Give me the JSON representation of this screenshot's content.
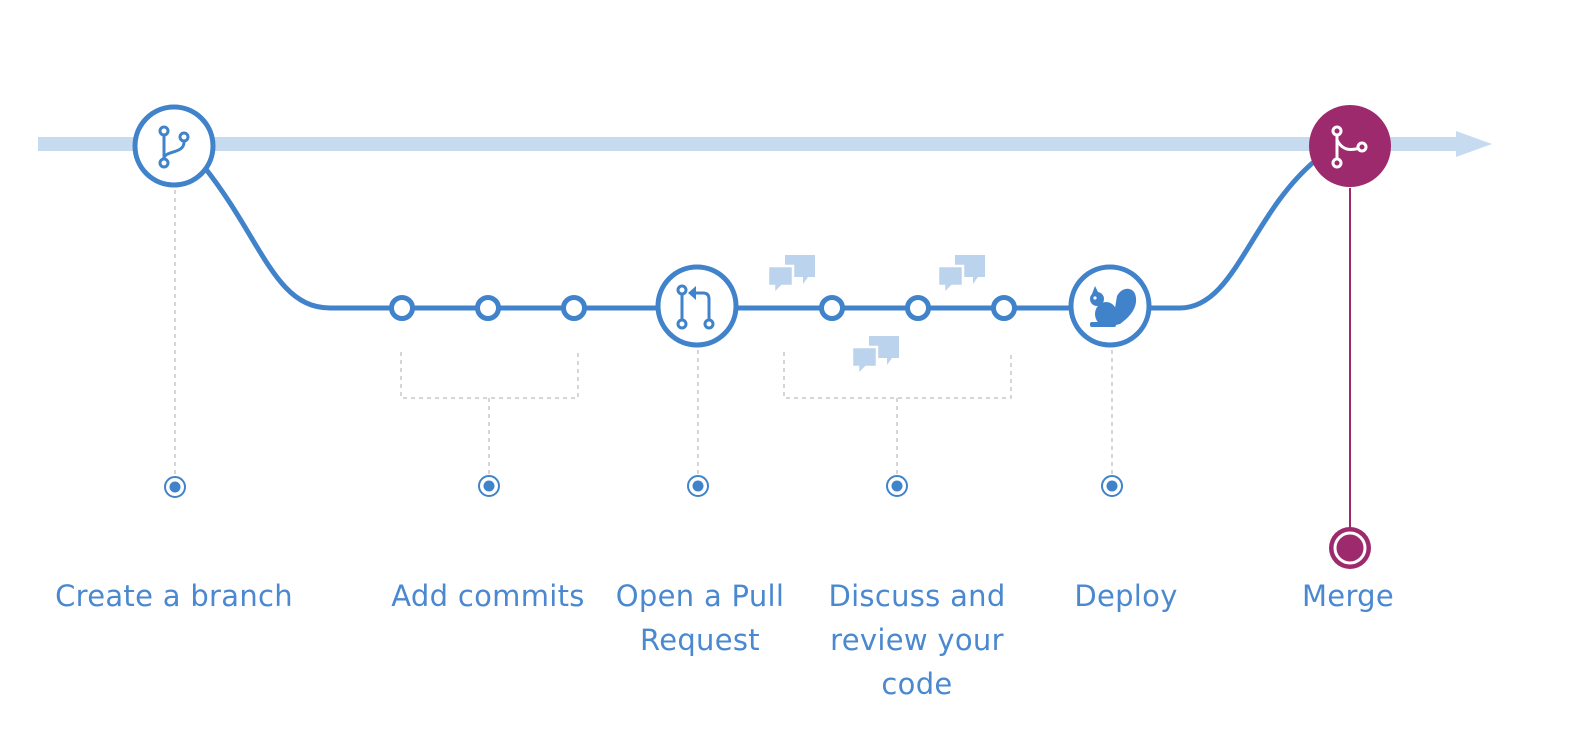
{
  "steps": [
    {
      "id": "branch",
      "label": "Create a branch"
    },
    {
      "id": "commits",
      "label": "Add commits"
    },
    {
      "id": "pr",
      "label": "Open a Pull Request"
    },
    {
      "id": "discuss",
      "label": "Discuss and review your code"
    },
    {
      "id": "deploy",
      "label": "Deploy"
    },
    {
      "id": "merge",
      "label": "Merge"
    }
  ],
  "colors": {
    "main_line": "#c6dbf0",
    "branch_line": "#4083cb",
    "merge": "#9d2a6c",
    "comment_bubble": "#bcd3ee",
    "guide": "#c9c9c9",
    "label": "#4a88d0"
  },
  "icons": {
    "branch": "git-branch-icon",
    "pr": "pull-request-icon",
    "deploy": "squirrel-icon",
    "merge": "git-merge-icon",
    "discussion": "comment-bubbles-icon"
  }
}
